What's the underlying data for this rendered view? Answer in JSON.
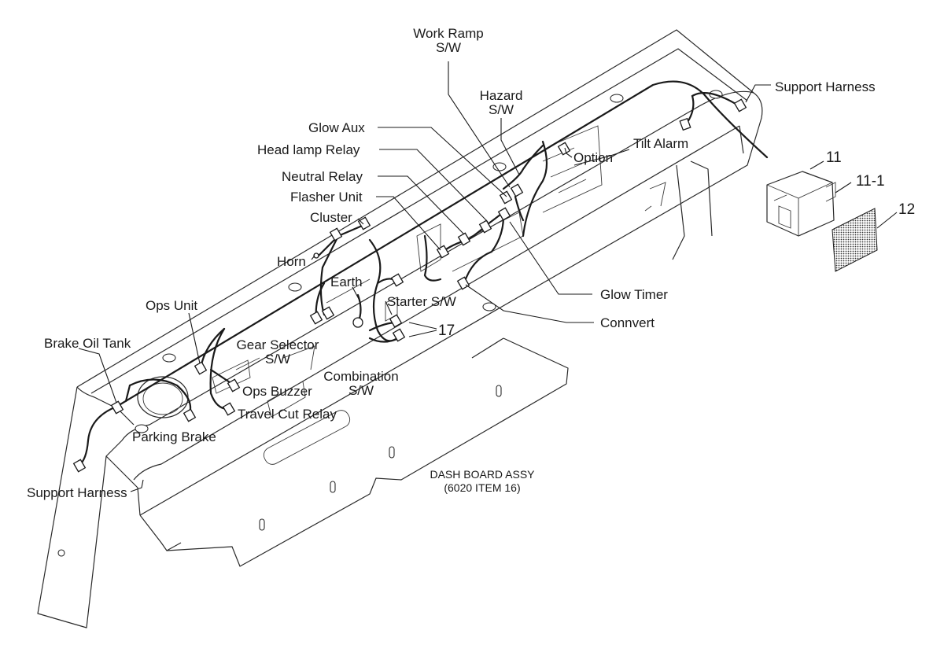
{
  "diagram": {
    "title": "DASH BOARD ASSY",
    "subtitle": "(6020 ITEM 16)",
    "labels": {
      "work_ramp": "Work Ramp",
      "work_ramp_sw": "S/W",
      "hazard": "Hazard",
      "hazard_sw": "S/W",
      "support_harness_right": "Support Harness",
      "glow_aux": "Glow Aux",
      "head_lamp_relay": "Head lamp Relay",
      "option": "Option",
      "tilt_alarm": "Tilt Alarm",
      "neutral_relay": "Neutral Relay",
      "flasher_unit": "Flasher Unit",
      "cluster": "Cluster",
      "horn": "Horn",
      "earth": "Earth",
      "starter_sw": "Starter S/W",
      "glow_timer": "Glow Timer",
      "connvert": "Connvert",
      "ops_unit": "Ops Unit",
      "brake_oil_tank": "Brake Oil Tank",
      "gear_selector": "Gear Selector",
      "gear_selector_sw": "S/W",
      "ops_buzzer": "Ops Buzzer",
      "combination": "Combination",
      "combination_sw": "S/W",
      "travel_cut_relay": "Travel Cut Relay",
      "parking_brake": "Parking Brake",
      "support_harness_left": "Support Harness"
    },
    "callouts": {
      "item_11": "11",
      "item_11_1": "11-1",
      "item_12": "12",
      "item_17": "17"
    }
  }
}
